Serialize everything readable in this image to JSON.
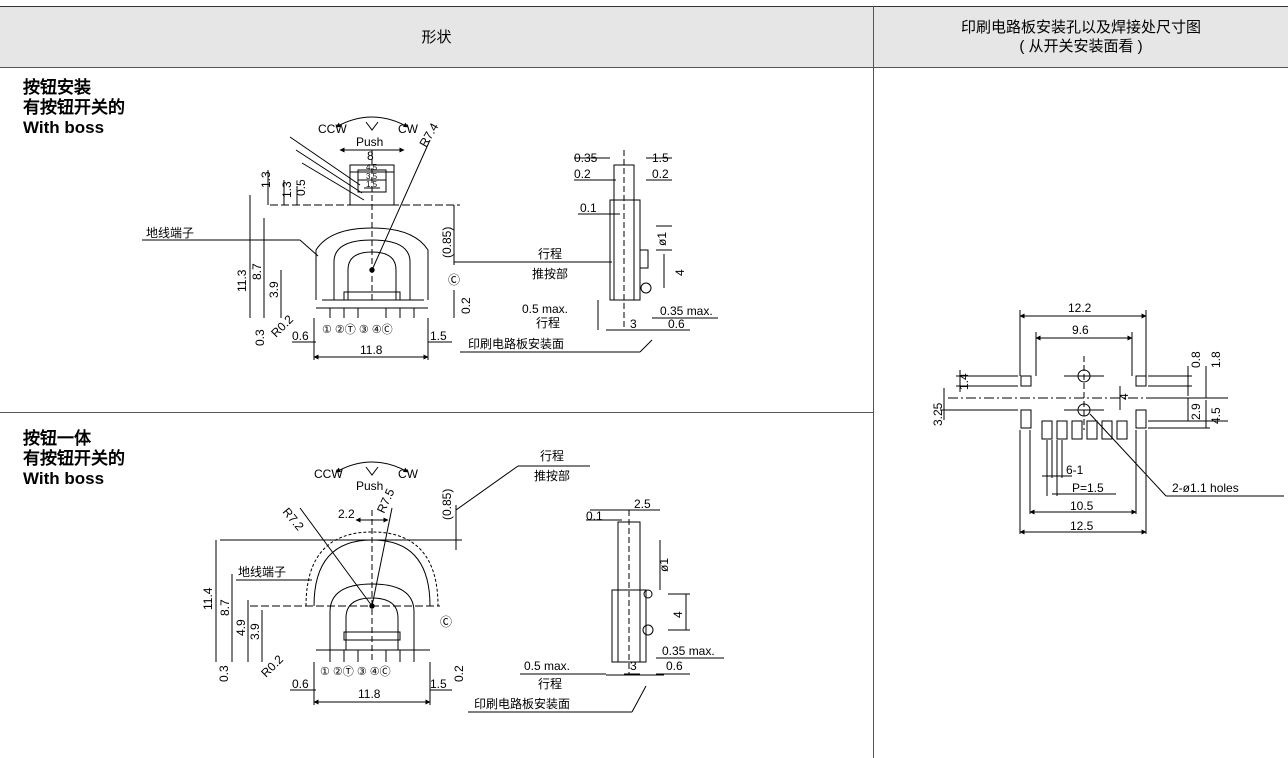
{
  "header": {
    "shape_col": "形状",
    "pcb_col_line1": "印刷电路板安装孔以及焊接处尺寸图",
    "pcb_col_line2": "( 从开关安装面看 )"
  },
  "section1": {
    "title_lines": [
      "按钮安装",
      "有按钮开关的",
      "With boss"
    ],
    "front": {
      "ccw": "CCW",
      "push": "Push",
      "cw": "CW",
      "radius": "R7.4",
      "d8": "8",
      "d4_5": "4.5",
      "d3_5": "3.5",
      "d1_5": "1.5",
      "d1_3a": "1.3",
      "d1_3b": "1.3",
      "d0_5": "0.5",
      "ground": "地线端子",
      "d11_3": "11.3",
      "d8_7": "8.7",
      "d3_9": "3.9",
      "d0_85": "(0.85)",
      "c_mark": "Ⓒ",
      "d0_2": "0.2",
      "r0_2": "R0.2",
      "d0_3": "0.3",
      "d0_6": "0.6",
      "d1_5b": "1.5",
      "d11_8": "11.8",
      "terminals": "① ②Ⓣ  ③ ④Ⓒ"
    },
    "side": {
      "stroke": "行程",
      "push_part": "推按部",
      "d0_35": "0.35",
      "d1_5": "1.5",
      "d0_2a": "0.2",
      "d0_2b": "0.2",
      "d0_1": "0.1",
      "phi1": "ø1",
      "d4": "4",
      "max05": "0.5 max.",
      "stroke2": "行程",
      "max035": "0.35 max.",
      "d3": "3",
      "d0_6": "0.6",
      "pcb_face": "印刷电路板安装面"
    }
  },
  "section2": {
    "title_lines": [
      "按钮一体",
      "有按钮开关的",
      "With boss"
    ],
    "front": {
      "ccw": "CCW",
      "push": "Push",
      "cw": "CW",
      "r7_2": "R7.2",
      "r7_5": "R7.5",
      "d2_2": "2.2",
      "d0_85": "(0.85)",
      "stroke": "行程",
      "push_part": "推按部",
      "ground": "地线端子",
      "d11_4": "11.4",
      "d8_7": "8.7",
      "d4_9": "4.9",
      "d3_9": "3.9",
      "c_mark": "Ⓒ",
      "d0_3": "0.3",
      "r0_2": "R0.2",
      "d0_2": "0.2",
      "d0_6": "0.6",
      "d1_5": "1.5",
      "d11_8": "11.8",
      "terminals": "① ②Ⓣ  ③ ④Ⓒ"
    },
    "side": {
      "d0_1": "0.1",
      "d2_5": "2.5",
      "phi1": "ø1",
      "d4": "4",
      "max05": "0.5 max.",
      "stroke2": "行程",
      "max035": "0.35 max.",
      "d3": "3",
      "d0_6": "0.6",
      "pcb_face": "印刷电路板安装面"
    }
  },
  "pcb": {
    "d12_2": "12.2",
    "d9_6": "9.6",
    "d0_8": "0.8",
    "d1_8": "1.8",
    "d1_4": "1.4",
    "d3_25": "3.25",
    "d4": "4",
    "d2_9": "2.9",
    "d4_5": "4.5",
    "d6_1": "6-1",
    "pitch": "P=1.5",
    "d10_5": "10.5",
    "d12_5": "12.5",
    "holes": "2-ø1.1 holes"
  }
}
